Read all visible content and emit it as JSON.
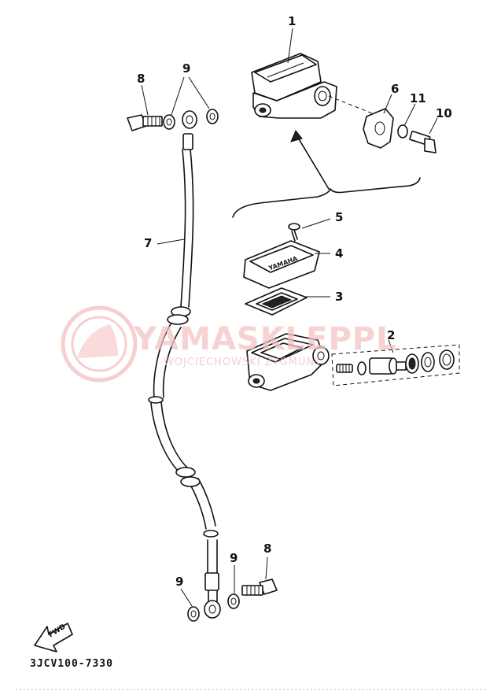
{
  "diagram_code": "3JCV100-7330",
  "watermark": {
    "title": "YAMASKLEPPL",
    "subtitle": "WOJCIECHOWSKI ZYGMUNT",
    "color": "#f3c4c4"
  },
  "fwd_label": "FWD",
  "reservoir_text": "YAMAHA",
  "callouts": {
    "c1": "1",
    "c2": "2",
    "c3": "3",
    "c4": "4",
    "c5": "5",
    "c6": "6",
    "c7": "7",
    "c8_top": "8",
    "c8_bottom": "8",
    "c9_top": "9",
    "c9_bottom_left": "9",
    "c9_bottom_right": "9",
    "c10": "10",
    "c11": "11"
  }
}
